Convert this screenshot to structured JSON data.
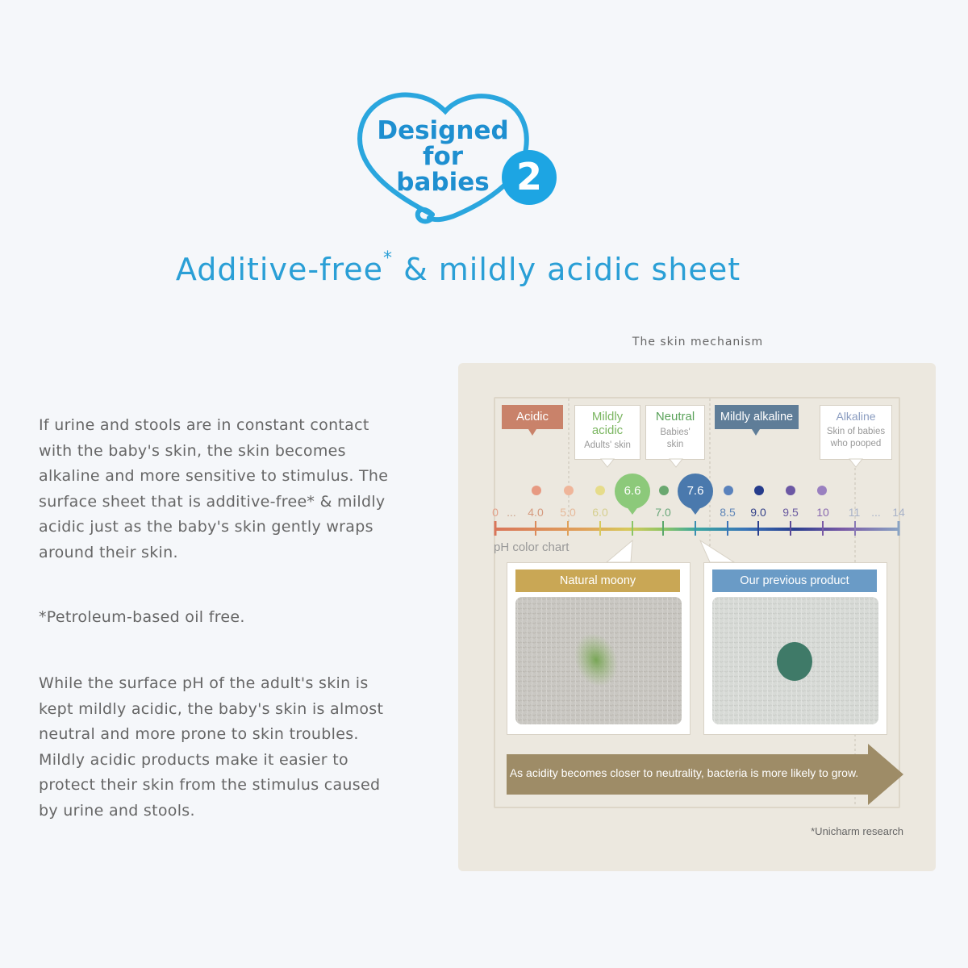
{
  "logo": {
    "line1": "Designed",
    "line2": "for",
    "line3": "babies",
    "number": "2",
    "color": "#2aa6de"
  },
  "headline": {
    "text": "Additive-free",
    "asterisk": "*",
    "rest": " & mildly acidic sheet"
  },
  "body": {
    "para1": "If urine and stools are in constant contact with the baby's skin, the skin becomes alkaline and more sensitive to stimulus. The surface sheet that is additive-free* & mildly acidic just as the baby's skin gently wraps around their skin.",
    "para2": "*Petroleum-based oil free.",
    "para3": "While the surface pH of the adult's skin is kept mildly acidic, the baby's skin is almost neutral and more prone to skin troubles. Mildly acidic products make it easier to protect their skin from the stimulus caused by urine and stools."
  },
  "figure": {
    "title": "The skin mechanism",
    "categories": {
      "acidic": {
        "label": "Acidic",
        "color": "#c9826a"
      },
      "mildly_acidic": {
        "label": "Mildly acidic",
        "sub": "Adults' skin",
        "color": "#7bb661"
      },
      "neutral": {
        "label": "Neutral",
        "sub1": "Babies'",
        "sub2": "skin",
        "color": "#5aa25a"
      },
      "mildly_alkaline": {
        "label": "Mildly alkaline",
        "color": "#5f7d98"
      },
      "alkaline": {
        "label": "Alkaline",
        "sub1": "Skin of babies",
        "sub2": "who pooped",
        "color": "#8a9cc0"
      }
    },
    "ph_chart_label": "pH color chart",
    "ticks": [
      "0",
      "...",
      "4.0",
      "5.0",
      "6.0",
      "7.0",
      "8.5",
      "9.0",
      "9.5",
      "10",
      "11",
      "...",
      "14"
    ],
    "bubble_moony": "6.6",
    "bubble_previous": "7.6",
    "card_moony": {
      "label": "Natural moony",
      "color": "#c9a755"
    },
    "card_previous": {
      "label": "Our previous product",
      "color": "#6a9bc6"
    },
    "arrow_text": "As acidity becomes closer to neutrality, bacteria is more likely to grow.",
    "arrow_color": "#9e8c67",
    "footnote": "*Unicharm research"
  }
}
